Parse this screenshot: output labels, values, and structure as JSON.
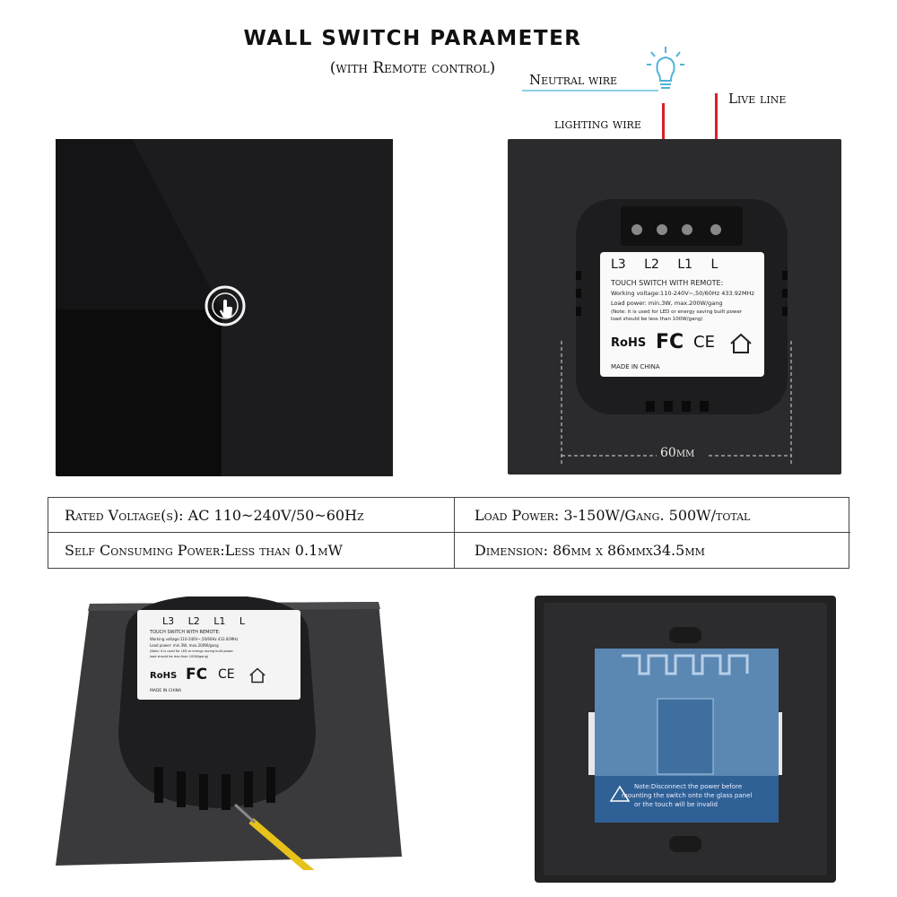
{
  "header": {
    "title": "WALL SWITCH  PARAMETER",
    "subtitle": "(with Remote control)"
  },
  "wiring": {
    "neutral_label": "Neutral wire",
    "live_label": "Live line",
    "lighting_label": "lighting wire"
  },
  "module_label": {
    "terminals": [
      "L3",
      "L2",
      "L1",
      "L"
    ],
    "heading": "TOUCH SWITCH WITH REMOTE:",
    "line1": "Working voltage:110-240V~,50/60Hz   433.92MHz",
    "line2": "Load power: min.3W,  max.200W/gang",
    "note1": "(Note: it is used for LED or energy saving built power",
    "note2": "load should be less than 100W/gang)",
    "cert_rohs": "RoHS",
    "cert_fc": "FC",
    "cert_ce": "CE",
    "made_in": "MADE IN CHINA"
  },
  "dimension_marker": "60mm",
  "specs": {
    "rated_voltage": "Rated Voltage(s): AC 110~240V/50~60Hz",
    "load_power": "Load Power: 3-150W/Gang.  500W/total",
    "self_consuming": "Self Consuming Power:Less than 0.1mW",
    "dimension": "Dimension: 86mm x 86mmx34.5mm"
  },
  "pcb_note": {
    "line1": "Note:Disconnect the power before",
    "line2": "mounting the switch onto the glass panel",
    "line3": "or the touch will be invalid"
  },
  "colors": {
    "wire_red": "#d81f26",
    "wire_neutral": "#8bd3e6",
    "panel_black": "#0c0c0d",
    "pcb_blue": "#5b87b3"
  }
}
